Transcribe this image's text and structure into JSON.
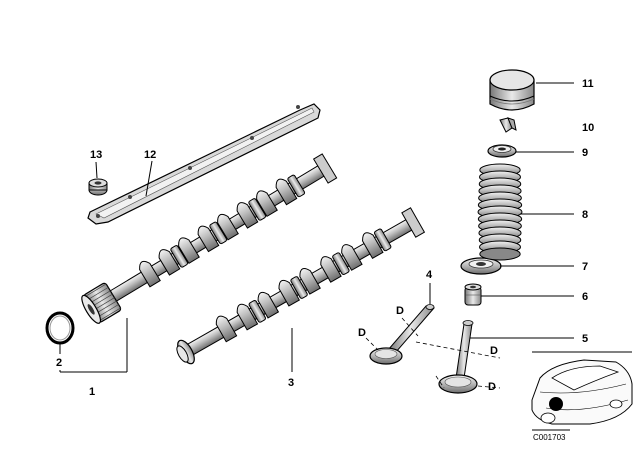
{
  "diagram": {
    "callouts": [
      {
        "id": "c1",
        "label": "1"
      },
      {
        "id": "c2",
        "label": "2"
      },
      {
        "id": "c3",
        "label": "3"
      },
      {
        "id": "c4",
        "label": "4"
      },
      {
        "id": "c5",
        "label": "5"
      },
      {
        "id": "c6",
        "label": "6"
      },
      {
        "id": "c7",
        "label": "7"
      },
      {
        "id": "c8",
        "label": "8"
      },
      {
        "id": "c9",
        "label": "9"
      },
      {
        "id": "c10",
        "label": "10"
      },
      {
        "id": "c11",
        "label": "11"
      },
      {
        "id": "c12",
        "label": "12"
      },
      {
        "id": "c13",
        "label": "13"
      }
    ],
    "dimension_label": "D",
    "image_code": "C001703"
  }
}
